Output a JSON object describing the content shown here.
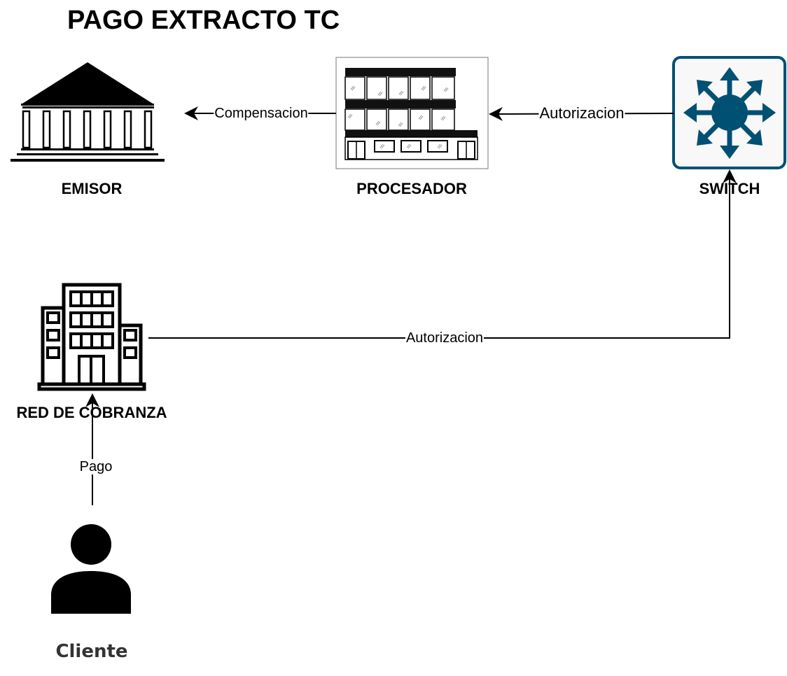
{
  "diagram": {
    "title": "PAGO EXTRACTO TC",
    "nodes": {
      "emisor": {
        "label": "EMISOR",
        "icon": "bank-icon"
      },
      "procesador": {
        "label": "PROCESADOR",
        "icon": "office-building-icon"
      },
      "switch": {
        "label": "SWITCH",
        "icon": "network-switch-icon"
      },
      "red_cobranza": {
        "label": "RED DE COBRANZA",
        "icon": "city-building-icon"
      },
      "cliente": {
        "label": "Cliente",
        "icon": "user-icon"
      }
    },
    "edges": {
      "compensacion": {
        "label": "Compensacion",
        "from": "PROCESADOR",
        "to": "EMISOR"
      },
      "autorizacion_switch": {
        "label": "Autorizacion",
        "from": "SWITCH",
        "to": "PROCESADOR"
      },
      "autorizacion_red": {
        "label": "Autorizacion",
        "from": "RED DE COBRANZA",
        "to": "SWITCH"
      },
      "pago": {
        "label": "Pago",
        "from": "Cliente",
        "to": "RED DE COBRANZA"
      }
    },
    "colors": {
      "switch_fill": "#005073",
      "switch_bg": "#f8f8f8",
      "line": "#000000"
    }
  }
}
